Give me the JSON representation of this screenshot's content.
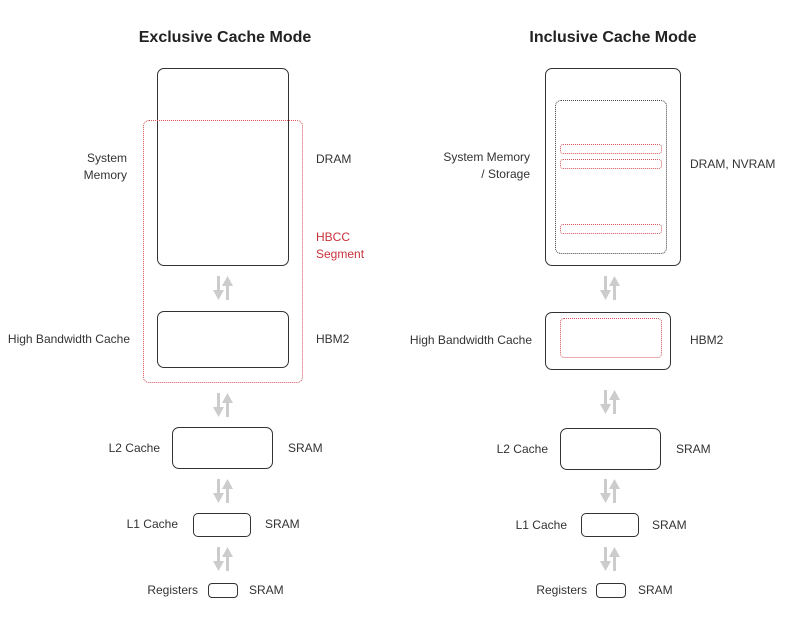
{
  "exclusive": {
    "title": "Exclusive Cache Mode",
    "system_memory": [
      "System",
      "Memory"
    ],
    "dram": "DRAM",
    "hbcc": [
      "HBCC",
      "Segment"
    ],
    "hbc": "High Bandwidth Cache",
    "hbm2": "HBM2",
    "l2": "L2 Cache",
    "l2_type": "SRAM",
    "l1": "L1 Cache",
    "l1_type": "SRAM",
    "reg": "Registers",
    "reg_type": "SRAM"
  },
  "inclusive": {
    "title": "Inclusive Cache Mode",
    "system_memory": [
      "System Memory",
      "/ Storage"
    ],
    "dram": "DRAM, NVRAM",
    "hbc": "High Bandwidth Cache",
    "hbm2": "HBM2",
    "l2": "L2 Cache",
    "l2_type": "SRAM",
    "l1": "L1 Cache",
    "l1_type": "SRAM",
    "reg": "Registers",
    "reg_type": "SRAM"
  },
  "colors": {
    "accent": "#c8323a",
    "arrow": "#cccccc",
    "border": "#333333"
  }
}
